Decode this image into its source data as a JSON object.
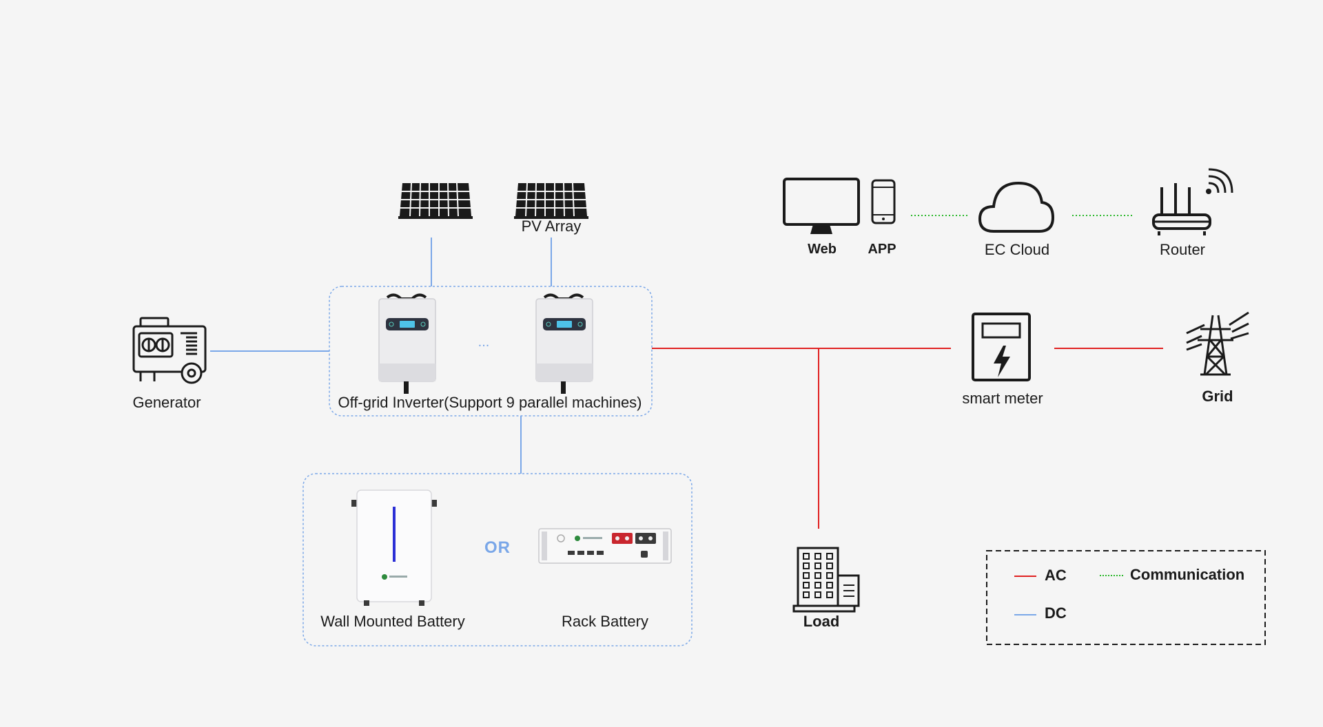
{
  "pv": {
    "label": "PV Array"
  },
  "generator": {
    "label": "Generator"
  },
  "inverter": {
    "label": "Off-grid Inverter(Support 9 parallel machines)",
    "ellipsis": "..."
  },
  "battery": {
    "wall_label": "Wall Mounted Battery",
    "or_label": "OR",
    "rack_label": "Rack Battery"
  },
  "comms": {
    "web": "Web",
    "app": "APP",
    "cloud": "EC Cloud",
    "router": "Router"
  },
  "meter": {
    "label": "smart meter"
  },
  "grid": {
    "label": "Grid"
  },
  "load": {
    "label": "Load"
  },
  "legend": {
    "ac": "AC",
    "dc": "DC",
    "communication": "Communication"
  },
  "colors": {
    "ac": "#e02020",
    "dc": "#7aa7e8",
    "communication": "#2db82d",
    "or": "#7aa7e8",
    "icon": "#1a1a1a",
    "battery_stripe": "#2b2fd6"
  }
}
